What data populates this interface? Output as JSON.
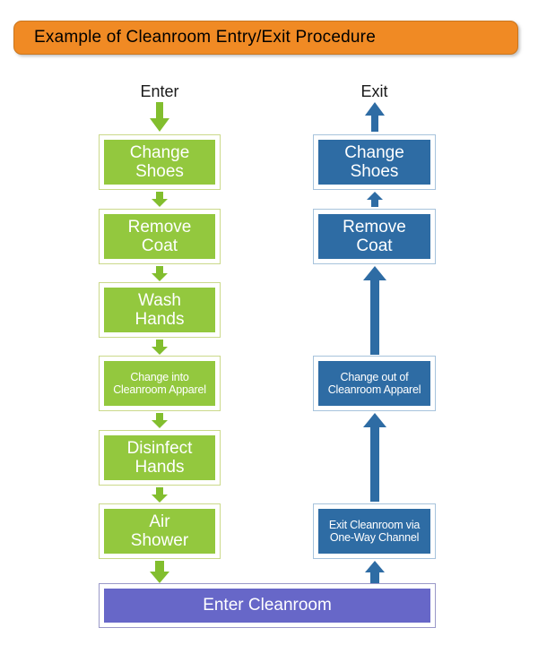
{
  "title": {
    "text": "Example of Cleanroom Entry/Exit Procedure",
    "background_color": "#F08A24",
    "text_color": "#000000"
  },
  "colors": {
    "entry_green": "#93C83E",
    "entry_green_border": "#CBD98A",
    "exit_blue": "#2E6CA4",
    "exit_blue_border": "#A7C3DC",
    "cleanroom_purple": "#6767C8",
    "cleanroom_purple_border": "#9A98C8",
    "title_orange": "#F08A24"
  },
  "entry_column": {
    "caption": "Enter",
    "arrow_color": "#82BE2E",
    "steps": [
      {
        "label": "Change\nShoes",
        "size": "large"
      },
      {
        "label": "Remove\nCoat",
        "size": "large"
      },
      {
        "label": "Wash\nHands",
        "size": "large"
      },
      {
        "label": "Change into\nCleanroom Apparel",
        "size": "small"
      },
      {
        "label": "Disinfect\nHands",
        "size": "large"
      },
      {
        "label": "Air\nShower",
        "size": "large"
      }
    ]
  },
  "exit_column": {
    "caption": "Exit",
    "arrow_color": "#2E6CA4",
    "steps": [
      {
        "label": "Change\nShoes",
        "size": "large"
      },
      {
        "label": "Remove\nCoat",
        "size": "large"
      },
      {
        "label": "Change out of\nCleanroom Apparel",
        "size": "small"
      },
      {
        "label": "Exit Cleanroom via\nOne-Way Channel",
        "size": "small"
      }
    ]
  },
  "cleanroom_bar": {
    "label": "Enter Cleanroom"
  }
}
